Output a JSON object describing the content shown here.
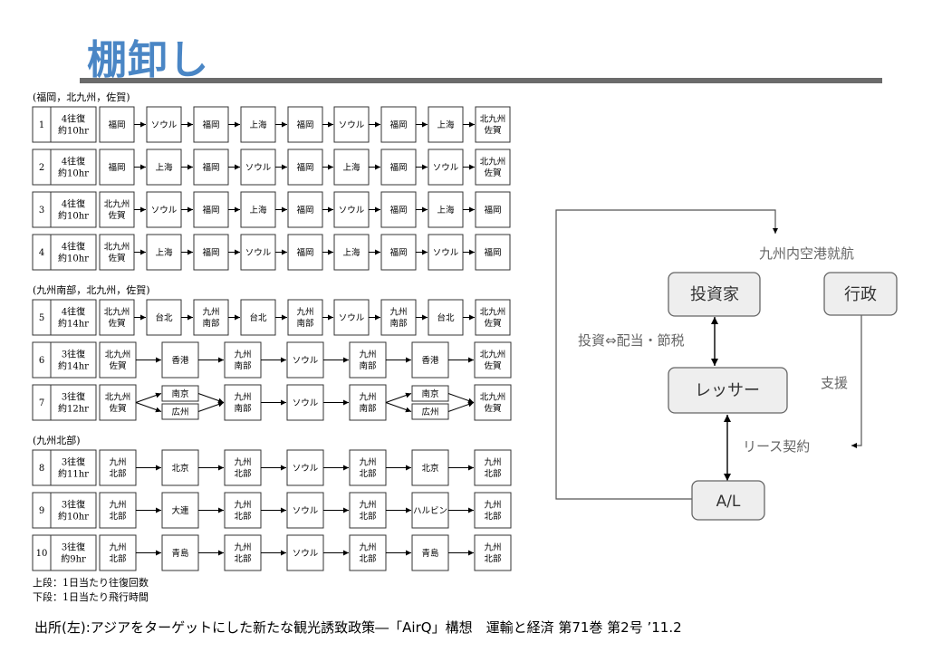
{
  "title": "棚卸し",
  "footer": "出所(左):アジアをターゲットにした新たな観光誘致政策―「AirQ」構想　運輸と経済 第71巻 第2号 ’11.2",
  "groups": [
    {
      "label": "(福岡，北九州，佐賀)",
      "rows": [
        {
          "no": "1",
          "info": [
            "4往復",
            "約10hr"
          ],
          "type": "chain9",
          "cities": [
            "福岡",
            "ソウル",
            "福岡",
            "上海",
            "福岡",
            "ソウル",
            "福岡",
            "上海",
            "北九州\n佐賀"
          ]
        },
        {
          "no": "2",
          "info": [
            "4往復",
            "約10hr"
          ],
          "type": "chain9",
          "cities": [
            "福岡",
            "上海",
            "福岡",
            "ソウル",
            "福岡",
            "上海",
            "福岡",
            "ソウル",
            "北九州\n佐賀"
          ]
        },
        {
          "no": "3",
          "info": [
            "4往復",
            "約10hr"
          ],
          "type": "chain9",
          "cities": [
            "北九州\n佐賀",
            "ソウル",
            "福岡",
            "上海",
            "福岡",
            "ソウル",
            "福岡",
            "上海",
            "福岡"
          ]
        },
        {
          "no": "4",
          "info": [
            "4往復",
            "約10hr"
          ],
          "type": "chain9",
          "cities": [
            "北九州\n佐賀",
            "上海",
            "福岡",
            "ソウル",
            "福岡",
            "上海",
            "福岡",
            "ソウル",
            "福岡"
          ]
        }
      ]
    },
    {
      "label": "(九州南部，北九州，佐賀)",
      "rows": [
        {
          "no": "5",
          "info": [
            "4往復",
            "約14hr"
          ],
          "type": "chain9",
          "cities": [
            "北九州\n佐賀",
            "台北",
            "九州\n南部",
            "台北",
            "九州\n南部",
            "ソウル",
            "九州\n南部",
            "台北",
            "北九州\n佐賀"
          ]
        },
        {
          "no": "6",
          "info": [
            "3往復",
            "約14hr"
          ],
          "type": "chain7",
          "cities": [
            "北九州\n佐賀",
            "香港",
            "九州\n南部",
            "ソウル",
            "九州\n南部",
            "香港",
            "北九州\n佐賀"
          ]
        },
        {
          "no": "7",
          "info": [
            "3往復",
            "約12hr"
          ],
          "type": "split",
          "cities": [
            "北九州\n佐賀",
            "南京",
            "広州",
            "九州\n南部",
            "ソウル",
            "九州\n南部",
            "南京",
            "広州",
            "北九州\n佐賀"
          ]
        }
      ]
    },
    {
      "label": "(九州北部)",
      "rows": [
        {
          "no": "8",
          "info": [
            "3往復",
            "約11hr"
          ],
          "type": "chain7",
          "cities": [
            "九州\n北部",
            "北京",
            "九州\n北部",
            "ソウル",
            "九州\n北部",
            "北京",
            "九州\n北部"
          ]
        },
        {
          "no": "9",
          "info": [
            "3往復",
            "約10hr"
          ],
          "type": "chain7",
          "cities": [
            "九州\n北部",
            "大連",
            "九州\n北部",
            "ソウル",
            "九州\n北部",
            "ハルビン",
            "九州\n北部"
          ]
        },
        {
          "no": "10",
          "info": [
            "3往復",
            "約9hr"
          ],
          "type": "chain7",
          "cities": [
            "九州\n北部",
            "青島",
            "九州\n北部",
            "ソウル",
            "九州\n北部",
            "青島",
            "九州\n北部"
          ]
        }
      ]
    }
  ],
  "legend": [
    "上段：1日当たり往復回数",
    "下段：1日当たり飛行時間"
  ],
  "scheme": {
    "investor": "投資家",
    "government": "行政",
    "lessor": "レッサー",
    "al": "A/L",
    "route_label": "九州内空港就航",
    "invest_label": "投資⇔配当・節税",
    "support_label": "支援",
    "lease_label": "リース契約"
  }
}
